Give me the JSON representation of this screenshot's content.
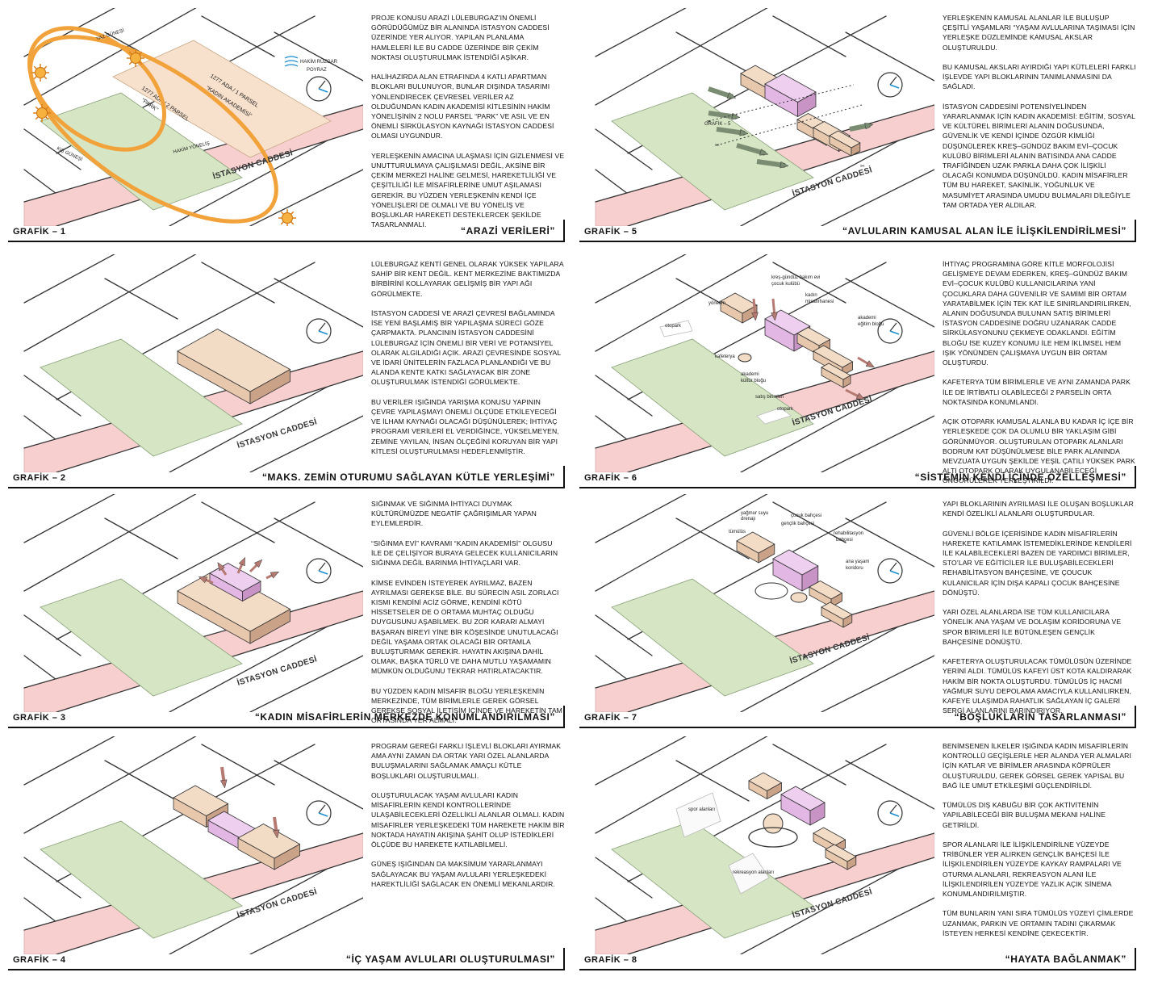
{
  "street_label": "İSTASYON CADDESİ",
  "panels": [
    {
      "label": "GRAFİK – 1",
      "title": "“ARAZİ VERİLERİ”",
      "text": "PROJE KONUSU ARAZİ LÜLEBURGAZ’IN ÖNEMLİ GÖRÜDÜĞÜMÜZ BİR ALANINDA İSTASYON CADDESİ ÜZERİNDE YER ALIYOR. YAPILAN PLANLAMA HAMLELERİ İLE BU CADDE ÜZERİNDE BİR ÇEKİM NOKTASI OLUŞTURULMAK İSTENDİĞİ AŞİKAR.\n\nHALİHAZIRDA ALAN ETRAFINDA 4 KATLI APARTMAN BLOKLARI BULUNUYOR, BUNLAR DIŞINDA TASARIMI YÖNLENDİRECEK ÇEVRESEL VERİLER AZ OLDUĞUNDAN KADIN AKADEMİSİ KİTLESİNİN HAKİM YÖNELİŞİNİN 2 NOLU PARSEL “PARK” VE ASIL VE EN ÖNEMLİ SİRKÜLASYON KAYNAĞI İSTASYON CADDESİ OLMASI UYGUNDUR.\n\nYERLEŞKENİN AMACINA ULAŞMASI İÇİN GİZLENMESİ VE UNUTTURULMAYA ÇALIŞILMASI DEĞİL, AKSİNE BİR ÇEKİM MERKEZİ HALİNE GELMESİ, HAREKETLİLİĞİ VE ÇEŞİTLİLİĞİ İLE MİSAFİRLERİNE UMUT AŞILAMASI GEREKİR. BU YÜZDEN YERLEŞKENİN KENDİ İÇE YÖNELİŞLERİ DE OLMALI VE BU YÖNELİŞ VE BOŞLUKLAR HAREKETİ DESTEKLERCEK ŞEKİLDE TASARLANMALI.",
      "annotations": {
        "summer_sun": "YAZ GÜNEŞİ",
        "winter_sun": "KIŞ GÜNEŞİ",
        "wind1": "HAKİM RÜZGAR",
        "wind2": "POYRAZ",
        "parcel1": "1277 ADA / 1 PARSEL",
        "parcel1b": "“KADIN AKADEMİSİ”",
        "parcel2": "1277 ADA / 2 PARSEL",
        "parcel2b": "“PARK”",
        "orientation": "HAKİM YÖNELİŞ"
      }
    },
    {
      "label": "GRAFİK – 2",
      "title": "“MAKS. ZEMİN OTURUMU SAĞLAYAN KÜTLE YERLEŞİMİ”",
      "text": "LÜLEBURGAZ KENTİ GENEL OLARAK YÜKSEK YAPILARA SAHİP BİR KENT DEĞİL. KENT MERKEZİNE BAKTIMIZDA BİRBİRİNİ KOLLAYARAK GELİŞMİŞ BİR YAPI AĞI GÖRÜLMEKTE.\n\nİSTASYON CADDESİ VE ARAZİ ÇEVRESİ BAĞLAMINDA İSE YENİ BAŞLAMIŞ BİR YAPILAŞMA SÜRECİ GÖZE ÇARPMAKTA. PLANCININ İSTASYON CADDESİNİ LÜLEBURGAZ İÇİN ÖNEMLİ BİR VERİ VE POTANSİYEL OLARAK ALGILADIĞI AÇIK. ARAZİ ÇEVRESİNDE SOSYAL VE İDARİ ÜNİTELERİN FAZLACA PLANLANDIĞI VE BU ALANDA KENTE KATKI SAĞLAYACAK BİR ZONE OLUŞTURULMAK İSTENDİĞİ GÖRÜLMEKTE.\n\nBU VERİLER IŞIĞINDA YARIŞMA KONUSU YAPININ ÇEVRE YAPILAŞMAYI ÖNEMLİ ÖLÇÜDE ETKİLEYECEĞİ VE İLHAM KAYNAĞI OLACAĞI DÜŞÜNÜLEREK; İHTİYAÇ PROGRAMI VERİLERİ EL VERDİĞİNCE, YÜKSELMEYEN, ZEMİNE YAYILAN, İNSAN ÖLÇEĞİNİ KORUYAN BİR YAPI KİTLESİ OLUŞTURULMASI HEDEFLENMİŞTİR."
    },
    {
      "label": "GRAFİK – 3",
      "title": "“KADIN MİSAFİRLERİN MERKEZDE  KONUMLANDIRILMASI”",
      "text": "SIĞINMAK VE SIĞINMA İHTİYACI DUYMAK KÜLTÜRÜMÜZDE NEGATİF ÇAĞRIŞIMLAR YAPAN EYLEMLERDİR.\n\n“SIĞINMA EVİ” KAVRAMI “KADIN AKADEMİSİ” OLGUSU İLE DE ÇELİŞİYOR BURAYA GELECEK KULLANICILARIN SIĞINMA DEĞİL BARINMA İHTİYAÇLARI VAR.\n\nKİMSE EVİNDEN İSTEYEREK AYRILMAZ, BAZEN AYRILMASI GEREKSE BİLE. BU SÜRECİN ASIL ZORLACI KISMI  KENDİNİ ACİZ GÖRME, KENDİNİ KÖTÜ HİSSETSELER DE O ORTAMA MUHTAÇ OLDUĞU DUYGUSUNU AŞABİLMEK. BU ZOR KARARI ALMAYI BAŞARAN BİREYİ YİNE BİR KÖŞESİNDE UNUTULACAĞI DEĞİL YAŞAMA ORTAK OLACAĞI BİR ORTAMLA BULUŞTURMAK GEREKİR. HAYATIN AKIŞINA DAHİL OLMAK, BAŞKA TÜRLÜ VE DAHA MUTLU YAŞAMAMIN MÜMKÜN OLDUĞUNU TEKRAR HATIRLATACAKTIR.\n\nBU YÜZDEN KADIN MİSAFİR BLOĞU YERLEŞKENİN MERKEZİNDE, TÜM BİRİMLERLE GEREK GÖRSEL GEREKSE SOSYAL İLETİŞİM İÇİNDE VE HAREKETİN TAM ORTASINDA YER ALMALI."
    },
    {
      "label": "GRAFİK – 4",
      "title": "“İÇ YAŞAM AVLULARI OLUŞTURULMASI”",
      "text": "PROGRAM GEREĞİ FARKLI İŞLEVLİ BLOKLARI AYIRMAK AMA AYNI ZAMAN DA ORTAK YARI ÖZEL ALANLARDA BULUŞMALARINI SAĞLAMAK AMAÇLI KÜTLE BOŞLUKLARI OLUŞTURULMALI.\n\nOLUŞTURULACAK YAŞAM AVLULARI KADIN MİSAFİRLERİN KENDİ KONTROLLERİNDE  ULAŞABİLECEKLERİ ÖZELLİKLİ ALANLAR OLMALI. KADIN MİSAFİRLER YERLEŞKEDEKİ TÜM HAREKETE HAKİM BİR NOKTADA HAYATIN AKIŞINA ŞAHİT OLUP İSTEDİKLERİ ÖLÇÜDE BU HAREKETE KATILABİLMELİ.\n\nGÜNEŞ IŞIĞINDAN DA MAKSİMUM YARARLANMAYI SAĞLAYACAK BU YAŞAM AVLULARI YERLEŞKEDEKİ HAREKTLİLİĞİ SAĞLACAK EN ÖNEMLİ MEKANLARDIR."
    },
    {
      "label": "GRAFİK – 5",
      "title": "“AVLULARIN KAMUSAL ALAN İLE İLİŞKİLENDİRİLMESİ”",
      "text": "YERLEŞKENİN KAMUSAL ALANLAR İLE BULUŞUP ÇEŞİTLİ YAŞAMLARI “YAŞAM AVLULARINA TAŞIMASI İÇİN YERLEŞKE DÜZLEMİNDE KAMUSAL AKSLAR OLUŞTURULDU.\n\nBU KAMUSAL AKSLARI AYIRDIĞI YAPI KÜTLELERİ FARKLI İŞLEVDE YAPI BLOKLARININ TANIMLANMASINI DA SAĞLADI.\n\nİSTASYON CADDESİNİ POTENSİYELİNDEN YARARLANMAK İÇİN KADIN AKADEMİSİ: EĞİTİM, SOSYAL VE KÜLTÜREL BİRİMLERİ ALANIN DOĞUSUNDA, GÜVENLİK VE KENDİ İÇİNDE ÖZGÜR KİMLİĞİ DÜŞÜNÜLEREK KREŞ–GÜNDÜZ BAKIM EVİ–ÇOCUK KULÜBÜ BİRİMLERİ ALANIN BATISINDA ANA CADDE TRAFİĞİNDEN UZAK PARKLA DAHA ÇOK İLİŞKİLİ OLACAĞI KONUMDA DÜŞÜNÜLDÜ. KADIN MİSAFİRLER TÜM BU HAREKET, SAKİNLİK, YOĞUNLUK VE MASUMİYET ARASINDA UMUDU BULMALARI DİLEĞİYLE TAM ORTADA YER ALDILAR."
    },
    {
      "label": "GRAFİK – 6",
      "title": "“SİSTEMİN KENDİ İÇİNDE ÖZELLEŞMESİ”",
      "text": "İHTİYAÇ PROGRAMINA GÖRE KİTLE MORFOLOJİSİ GELİŞMEYE DEVAM EDERKEN, KREŞ–GÜNDÜZ BAKIM EVİ–ÇOCUK KULÜBÜ KULLANICILARINA YANİ ÇOCUKLARA DAHA GÜVENİLİR VE SAMİMİ BİR ORTAM YARATABİLMEK İÇİN TEK KAT İLE SINIRLANDIRILIRKEN, ALANIN DOĞUSUNDA BULUNAN SATIŞ BİRİMLERİ İSTASYON CADDESİNE DOĞRU UZANARAK CADDE SİRKÜLASYONUNU ÇEKMEYE ODAKLANDI. EĞİTİM BLOĞU İSE KUZEY KONUMU İLE HEM İKLİMSEL HEM IŞIK YÖNÜNDEN ÇALIŞMAYA UYGUN BİR ORTAM OLUŞTURDU.\n\nKAFETERYA TÜM BİRİMLERLE VE AYNI ZAMANDA PARK İLE DE İRTİBATLI OLABİLECEĞİ 2 PARSELİN ORTA NOKTASINDA KONUMLANDI.\n\nAÇIK OTOPARK KAMUSAL ALANLA BU KADAR İÇ İÇE BİR YERLEŞKEDE ÇOK DA OLUMLU BİR YAKLAŞIM GİBİ GÖRÜNMÜYOR. OLUŞTURULAN OTOPARK ALANLARI BODRUM KAT DÜŞÜNÜLMESE BİLE PARK ALANINDA MEVZUATA UYGUN ŞEKİLDE YEŞİL ÇATILI YÜKSEK PARK ALTI OTOPARK OLARAK UYGULANABİLECEĞİ ÖNGÖRÜLEREK YERLEŞTİRİLDİ.",
      "annotations": {
        "yonetim": "yönetim",
        "kres": "kreş-gündüz bakım evi",
        "cocuk": "çocuk kulübü",
        "kadin": "kadın",
        "misafir": "misafirhanesi",
        "egitim": "akademi",
        "egitim2": "eğitim bloğu",
        "kafeterya": "kafeterya",
        "otopark1": "otopark",
        "otopark2": "otopark",
        "kultur": "akademi",
        "kultur2": "kültür bloğu",
        "satis": "satış birimleri"
      }
    },
    {
      "label": "GRAFİK – 7",
      "title": "“BOŞLUKLARIN TASARLANMASI”",
      "text": "YAPI BLOKLARININ AYRILMASI İLE OLUŞAN BOŞLUKLAR KENDİ ÖZELİKLİ ALANLARI OLUŞTURDULAR.\n\nGÜVENLİ BÖLGE İÇERİSİNDE KADIN MİSAFİRLERİN HAREKETE KATILAMAK İSTEMEDİKLERİNDE KENDİLERİ İLE KALABİLECEKLERİ BAZEN DE YARDIMCI BİRİMLER, STO’LAR VE EĞİTİCİLER İLE BULUŞABİLECEKLERİ REHABİLİTASYON BAHÇESİNE, VE ÇOUCUK KULANICILAR İÇİN DIŞA KAPALI ÇOCUK BAHÇESİNE DÖNÜŞTÜ.\n\nYARI ÖZEL ALANLARDA İSE TÜM KULLANICILARA YÖNELİK ANA YAŞAM VE DOLAŞIM KORİDORUNA VE SPOR BİRİMLERİ İLE BÜTÜNLEŞEN GENÇLİK BAHÇESİNE DÖNÜŞTÜ.\n\nKAFETERYA OLUŞTURULACAK TÜMÜLÜSÜN ÜZERİNDE YERİNİ ALDI. TÜMÜLÜS KAFEYİ ÜST KOTA KALDIRARAK HAKİM BİR NOKTA OLUŞTURDU. TÜMÜLÜS İÇ HACMİ YAĞMUR SUYU DEPOLAMA AMACIYLA KULLANILIRKEN, KAFEYE ULAŞIMDA RAHATLIK SAĞLAYAN İÇ GALERİ SERGİ ALANLARINI BARINDIRIYOR.",
      "annotations": {
        "yagmur": "yağmur suyu",
        "drenaj": "drenajı",
        "tumulus": "tümülüs",
        "genclik": "gençlik bahçesi",
        "cocukb": "çocuk bahçesi",
        "rehab": "rehabilitasyon",
        "rehab2": "bahçesi",
        "koridor": "ana yaşam",
        "koridor2": "koridoru"
      }
    },
    {
      "label": "GRAFİK – 8",
      "title": "“HAYATA BAĞLANMAK”",
      "text": "BENİMSENEN İLKELER IŞIĞINDA KADIN MİSAFİRLERİN KONTROLLÜ GEÇİŞLERLE HER ALANDA YER ALMALARI İÇİN KATLAR VE BİRİMLER ARASINDA KÖPRÜLER OLUŞTURULDU, GEREK GÖRSEL GEREK YAPISAL BU BAĞ İLE UMUT ETKİLEŞİMİ GÜÇLENDİRİLDİ.\n\nTÜMÜLÜS DIŞ KABUĞU BİR ÇOK AKTİVİTENİN YAPILABİLECEĞİ BİR BULUŞMA MEKANI HALİNE GETİRİLDİ.\n\nSPOR ALANLARI İLE İLİŞKİLENDİRİLNE YÜZEYDE TRİBÜNLER YER ALIRKEN GENÇLİK BAHÇESİ İLE İLİŞKİLENDİRİLEN YÜZEYDE KAYKAY RAMPALARI VE OTURMA ALANLARI, REKREASYON ALANI İLE İLİŞKİLENDİRİLEN YÜZEYDE YAZLIK AÇIK SİNEMA KONUMLANDIRILMIŞTIR.\n\nTÜM BUNLARIN YANI SIRA TÜMÜLÜS YÜZEYİ ÇİMLERDE UZANMAK, PARKIN VE ORTAMIN TADINI ÇIKARMAK İSTEYEN HERKESİ KENDİNE ÇEKECEKTİR.",
      "annotations": {
        "spor": "spor alanları",
        "rekreasyon": "rekreasyon alanları"
      }
    }
  ],
  "colors": {
    "park_green": "#d6e5c4",
    "site_peach": "#f7e0cc",
    "street_pink": "#f8cfcf",
    "block_peach": "#f3dcc6",
    "block_pink": "#eecff0",
    "sun_orange": "#f2a23a",
    "arrow_brown": "#b57a72",
    "arrow_green": "#7a8c72"
  }
}
